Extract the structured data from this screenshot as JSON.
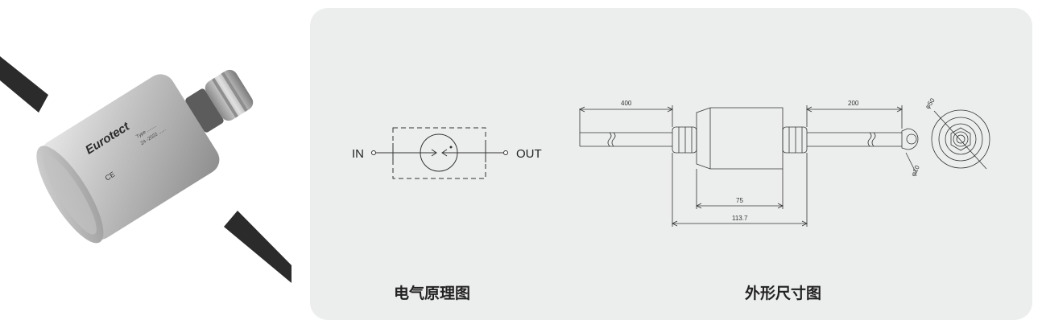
{
  "photo": {
    "brand": "Eurotect",
    "mark": "CE"
  },
  "schematic": {
    "in_label": "IN",
    "out_label": "OUT",
    "caption": "电气原理图"
  },
  "dimensions": {
    "cable_left_length": "400",
    "cable_right_length": "200",
    "body_length": "75",
    "overall_length": "113.7",
    "diameter_body": "φ50",
    "diameter_ring": "φ10",
    "caption": "外形尺寸图"
  }
}
